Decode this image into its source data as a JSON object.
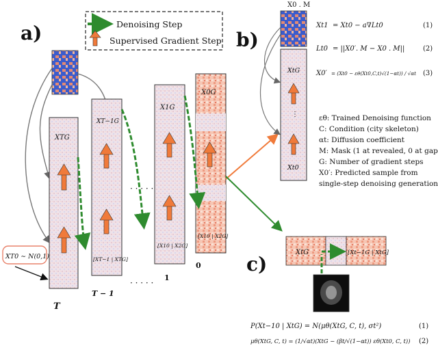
{
  "panels": {
    "a": "a)",
    "b": "b)",
    "c": "c)"
  },
  "legend": {
    "denoising": "Denoising Step",
    "supervised": "Supervised Gradient Step"
  },
  "strip_labels": {
    "T": "T",
    "T_minus_1": "T − 1",
    "one": "1",
    "zero": "0"
  },
  "strip_tags": {
    "xTG": "XTG",
    "xT1G": "XT−1G",
    "x1G": "X1G",
    "x0G": "X0G",
    "pair_T": "[XT−1 | XTG]",
    "pair_1": "[X10 | X2G]",
    "pair_0": "[X10 | X2G]"
  },
  "init": "XT0 ∼ N(0,1)",
  "dots_h": "· · · · ·",
  "mask_label": "X0 . M",
  "b_strip": {
    "top": "XtG",
    "bottom": "Xt0"
  },
  "equations_b": [
    {
      "lhs": "Xt1",
      "rhs": "= Xt0 − a∇Lt0",
      "num": "(1)"
    },
    {
      "lhs": "Lt0",
      "rhs": "= ||X0′. M − X0 . M||",
      "num": "(2)"
    },
    {
      "lhs": "X0′",
      "rhs": "= (Xt0 − εθ(Xt0,C,t)√(1−αt)) / √αt",
      "num": "(3)"
    }
  ],
  "definitions": [
    "εθ: Trained Denoising function",
    "C: Condition (city skeleton)",
    "αt: Diffusion coefficient",
    "M: Mask (1 at revealed, 0 at gaps)",
    "G: Number of gradient steps",
    "X0′: Predicted sample from",
    "single-step denoising generation"
  ],
  "c_panel": {
    "left_tag": "XtG",
    "right_tag": "[Xt−1G | XtG]"
  },
  "equations_c": [
    {
      "text": "P(Xt−10 | XtG) = N(μθ(XtG, C, t), σt²)",
      "num": "(1)"
    },
    {
      "text": "μθ(XtG, C, t) = (1/√αt)(XtG − (βt/√(1−αt)) εθ(Xt0, C, t))",
      "num": "(2)"
    }
  ],
  "colors": {
    "orange_arrow": "#f07a3a",
    "green_arrow": "#2e8b2e",
    "heat_red": "#e8826b",
    "heat_blue": "#3858c9",
    "strip_fill": "#f3e6ea"
  }
}
